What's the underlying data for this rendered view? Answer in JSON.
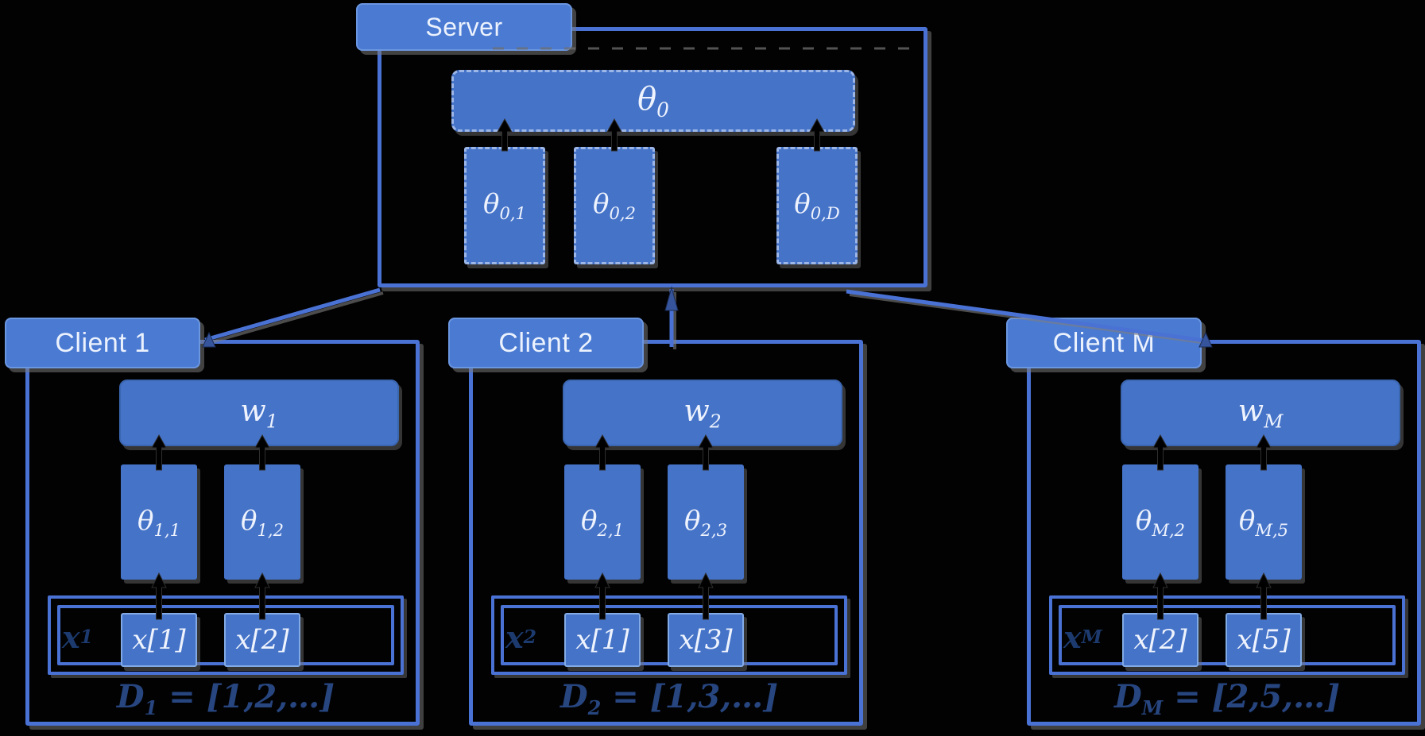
{
  "title": "Federated learning parameter diagram",
  "colors": {
    "background": "#020202",
    "box_fill": "#4573c8",
    "label_fill": "#4a7ad2",
    "border_blue": "#4a72d4",
    "dashed_border": "#9cb6e8",
    "dark_navy_text": "#27457f",
    "text_light": "#ecf2fd",
    "shadow_gray": "#7d7d7d",
    "arrow_black": "#000000"
  },
  "server": {
    "label": "Server",
    "model": {
      "base": "θ",
      "sub": "0"
    },
    "params": [
      {
        "base": "θ",
        "sub": "0,1"
      },
      {
        "base": "θ",
        "sub": "0,2"
      },
      {
        "base": "θ",
        "sub": "0,D"
      }
    ]
  },
  "clients": [
    {
      "label": "Client 1",
      "w": {
        "base": "w",
        "sub": "1"
      },
      "params": [
        {
          "base": "θ",
          "sub": "1,1"
        },
        {
          "base": "θ",
          "sub": "1,2"
        }
      ],
      "x_label": {
        "base": "x",
        "sub": "1"
      },
      "features": [
        "x[1]",
        "x[2]"
      ],
      "eq": {
        "base": "D",
        "sub": "1",
        "rhs": "= [1,2,…]"
      }
    },
    {
      "label": "Client 2",
      "w": {
        "base": "w",
        "sub": "2"
      },
      "params": [
        {
          "base": "θ",
          "sub": "2,1"
        },
        {
          "base": "θ",
          "sub": "2,3"
        }
      ],
      "x_label": {
        "base": "x",
        "sub": "2"
      },
      "features": [
        "x[1]",
        "x[3]"
      ],
      "eq": {
        "base": "D",
        "sub": "2",
        "rhs": "= [1,3,…]"
      }
    },
    {
      "label": "Client M",
      "w": {
        "base": "w",
        "sub": "M"
      },
      "params": [
        {
          "base": "θ",
          "sub": "M,2"
        },
        {
          "base": "θ",
          "sub": "M,5"
        }
      ],
      "x_label": {
        "base": "x",
        "sub": "M"
      },
      "features": [
        "x[2]",
        "x[5]"
      ],
      "eq": {
        "base": "D",
        "sub": "M",
        "rhs": "= [2,5,…]"
      }
    }
  ]
}
